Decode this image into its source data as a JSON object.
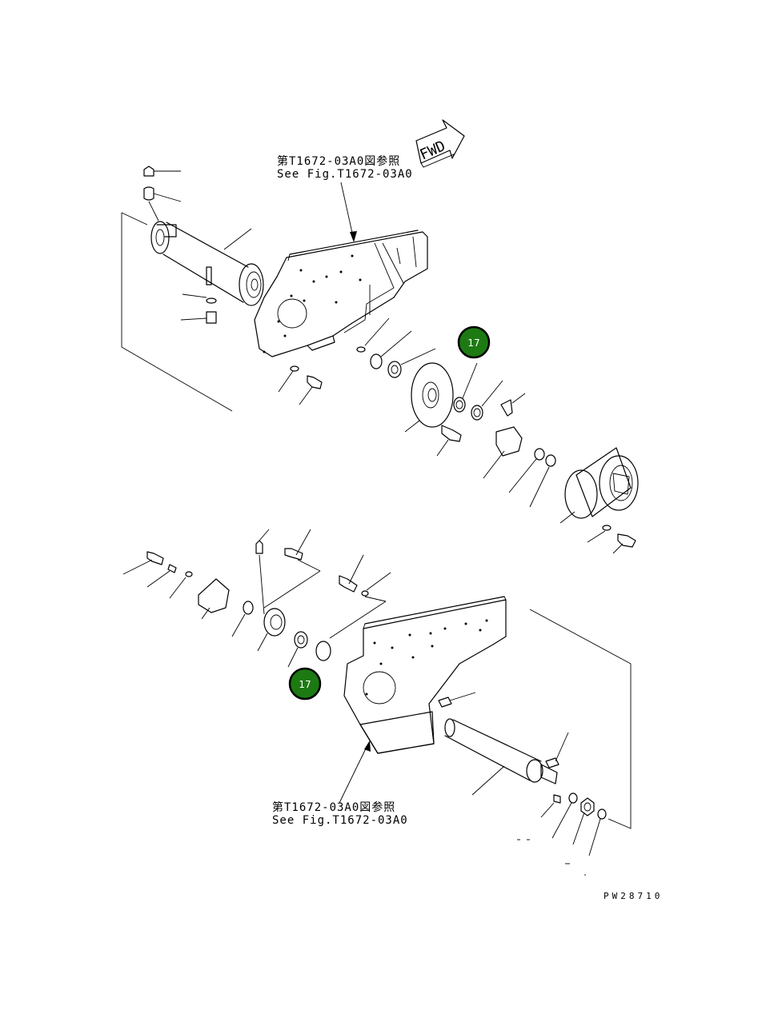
{
  "top_reference": {
    "jp": "第T1672-03A0図参照",
    "en": "See Fig.T1672-03A0"
  },
  "bottom_reference": {
    "jp": "第T1672-03A0図参照",
    "en": "See Fig.T1672-03A0"
  },
  "fwd_label": "FWD",
  "drawing_code": "PW28710",
  "callouts": [
    {
      "number": "17"
    },
    {
      "number": "17"
    }
  ],
  "colors": {
    "callout_fill": "#1d7a12",
    "line": "#000000",
    "background": "#ffffff"
  },
  "icons": {
    "direction_indicator": "fwd-arrow-icon"
  }
}
